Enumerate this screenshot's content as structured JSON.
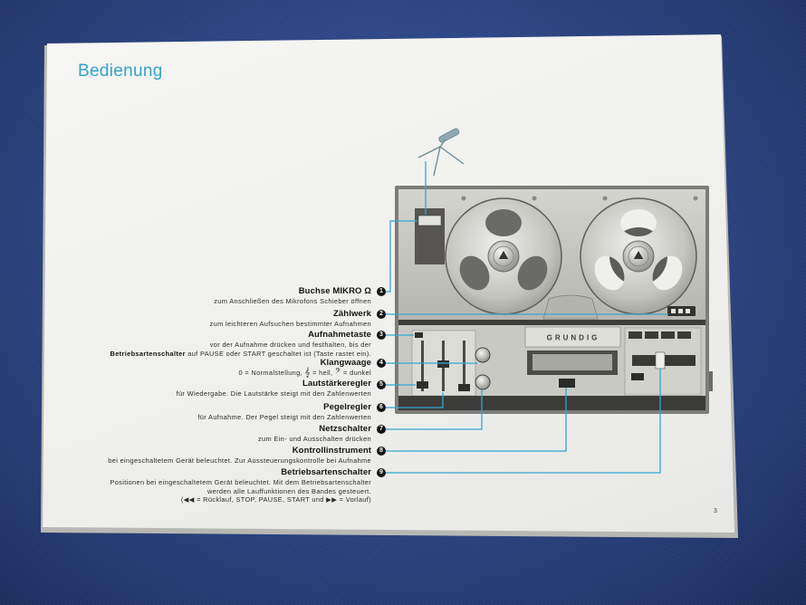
{
  "page": {
    "title": "Bedienung",
    "page_number": "3"
  },
  "callouts": [
    {
      "number": "1",
      "title": "Buchse MIKRO Ω",
      "lines": [
        {
          "text": "zum Anschließen des Mikrofons Schieber öffnen"
        }
      ]
    },
    {
      "number": "2",
      "title": "Zählwerk",
      "lines": [
        {
          "text": "zum leichteren Aufsuchen bestimmter Aufnahmen"
        }
      ]
    },
    {
      "number": "3",
      "title": "Aufnahmetaste",
      "lines": [
        {
          "text": "vor der Aufnahme drücken und festhalten, bis der"
        },
        {
          "bold": "Betriebsartenschalter",
          "text": " auf PAUSE oder START geschaltet ist (Taste rastet ein)."
        }
      ]
    },
    {
      "number": "4",
      "title": "Klangwaage",
      "lines": [
        {
          "segments": [
            "0 = Normalstellung, ",
            "𝄞",
            " = hell, ",
            "𝄢",
            " = dunkel"
          ]
        }
      ]
    },
    {
      "number": "5",
      "title": "Lautstärkeregler",
      "lines": [
        {
          "text": "für Wiedergabe. Die Lautstärke steigt mit den Zahlenwerten"
        }
      ]
    },
    {
      "number": "6",
      "title": "Pegelregler",
      "lines": [
        {
          "text": "für Aufnahme. Der Pegel steigt mit den Zahlenwerten"
        }
      ]
    },
    {
      "number": "7",
      "title": "Netzschalter",
      "lines": [
        {
          "text": "zum Ein- und Ausschalten drücken"
        }
      ]
    },
    {
      "number": "8",
      "title": "Kontrollinstrument",
      "lines": [
        {
          "text": "bei eingeschaltetem Gerät beleuchtet. Zur Aussteuerungskontrolle bei Aufnahme"
        }
      ]
    },
    {
      "number": "9",
      "title": "Betriebsartenschalter",
      "lines": [
        {
          "text": "Positionen bei eingeschaltetem Gerät beleuchtet. Mit dem Betriebsartenschalter"
        },
        {
          "text": "werden alle Lauffunktionen des Bandes gesteuert."
        },
        {
          "text": "(◀◀ = Rücklauf, STOP, PAUSE, START und ▶▶ = Vorlauf)"
        }
      ]
    }
  ],
  "illustration": {
    "brand_plate": "GRUNDIG",
    "icons": [
      "microphone-icon"
    ]
  },
  "colors": {
    "accent": "#35a6cc",
    "paper": "#f2f2ef",
    "background_cloth": "#2d4585",
    "callout_number_bg": "#141414"
  }
}
